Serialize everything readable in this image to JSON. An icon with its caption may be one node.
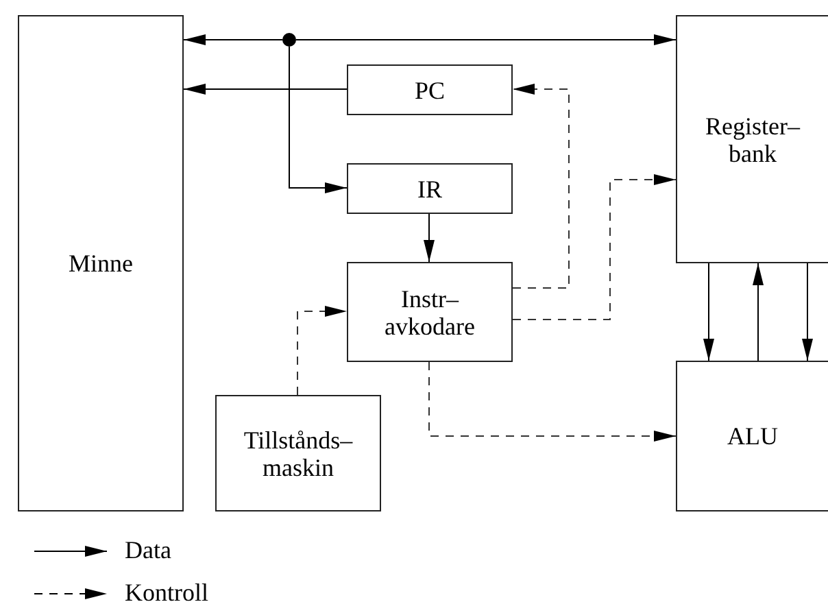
{
  "diagram": {
    "nodes": [
      {
        "text": [
          "Minne"
        ]
      },
      {
        "text": [],
        "shape": "circle"
      },
      {
        "text": [
          "PC"
        ]
      },
      {
        "text": [
          "Register– bank"
        ]
      },
      {
        "text": [
          "IR"
        ]
      },
      {
        "text": [
          "Instr– avkodare"
        ]
      },
      {
        "text": [
          "Tillstånds– maskin"
        ]
      },
      {
        "text": [
          "ALU"
        ]
      }
    ],
    "edges": [
      {
        "from": 1,
        "to": 0,
        "arrow": "to"
      },
      {
        "from": 1,
        "to": 3,
        "arrow": "to"
      },
      {
        "from": 1,
        "to": 4,
        "arrow": "to"
      },
      {
        "from": 2,
        "to": 0,
        "arrow": "to"
      },
      {
        "from": 4,
        "to": 5,
        "arrow": "to"
      },
      {
        "from": 5,
        "to": 2,
        "arrow": "to",
        "style": "dashed"
      },
      {
        "from": 5,
        "to": 3,
        "arrow": "to",
        "style": "dashed"
      },
      {
        "from": 6,
        "to": 5,
        "arrow": "to",
        "style": "dashed"
      },
      {
        "from": 5,
        "to": 7,
        "arrow": "to",
        "style": "dashed"
      },
      {
        "from": 3,
        "to": 7,
        "arrow": "to"
      },
      {
        "from": 7,
        "to": 3,
        "arrow": "to"
      },
      {
        "from": 3,
        "to": 7,
        "arrow": "to"
      }
    ],
    "legend": [
      {
        "text": "Data"
      },
      {
        "text": "Kontroll"
      }
    ]
  }
}
